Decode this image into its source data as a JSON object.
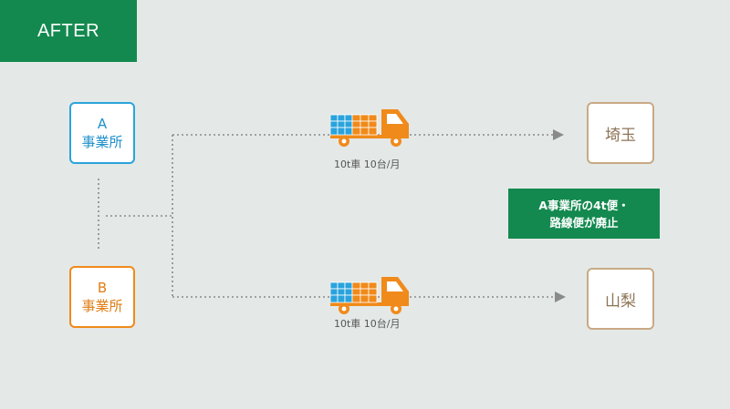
{
  "header": {
    "label": "AFTER"
  },
  "offices": {
    "a": {
      "letter": "A",
      "name": "事業所"
    },
    "b": {
      "letter": "B",
      "name": "事業所"
    }
  },
  "destinations": {
    "saitama": "埼玉",
    "yamanashi": "山梨"
  },
  "routes": {
    "top_caption": "10t車 10台/月",
    "bottom_caption": "10t車 10台/月"
  },
  "note": {
    "line1": "A事業所の4t便・",
    "line2": "路線便が廃止"
  },
  "colors": {
    "brand_green": "#13894f",
    "office_a": "#2aa3dc",
    "office_b": "#ef8a19",
    "truck": "#f08a1a",
    "cargo": "#2aa3dc",
    "destination_border": "#c9a985",
    "dotted_line": "#8a8a8a"
  },
  "icons": {
    "truck": "truck-icon",
    "arrow": "arrow-right-icon"
  }
}
